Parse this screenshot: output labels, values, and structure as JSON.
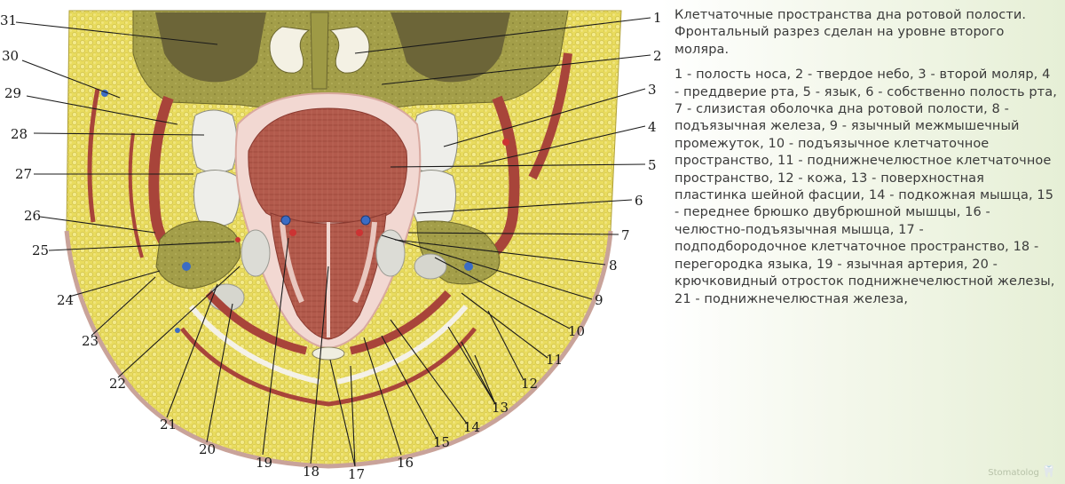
{
  "caption": {
    "title": "Клетчаточные пространства дна ротовой полости. Фронтальный разрез сделан на уровне второго моляра.",
    "legend": "1 - полость носа, 2 - твердое небо, 3 - второй моляр, 4 - преддверие рта, 5 - язык, 6 - собственно полость рта, 7 - слизистая оболочка дна ротовой полости, 8 - подъязычная железа, 9 - язычный межмышечный промежуток, 10 - подъязычное клетчаточное пространство, 11 - поднижнечелюстное клетчаточное пространство, 12 - кожа, 13 - поверхностная пластинка шейной фасции, 14 - подкожная мышца, 15 - переднее брюшко двубрюшной мышцы, 16 - челюстно-подъязычная мышца, 17 - подподбородочное клетчаточное пространство, 18 - перегородка языка, 19 - язычная артерия, 20 - крючковидный отросток поднижнечелюстной железы, 21 - поднижнечелюстная железа,"
  },
  "labels": {
    "n1": "1",
    "n2": "2",
    "n3": "3",
    "n4": "4",
    "n5": "5",
    "n6": "6",
    "n7": "7",
    "n8": "8",
    "n9": "9",
    "n10": "10",
    "n11": "11",
    "n12": "12",
    "n13": "13",
    "n14": "14",
    "n15": "15",
    "n16": "16",
    "n17": "17",
    "n18": "18",
    "n19": "19",
    "n20": "20",
    "n21": "21",
    "n22": "22",
    "n23": "23",
    "n24": "24",
    "n25": "25",
    "n26": "26",
    "n27": "27",
    "n28": "28",
    "n29": "29",
    "n30": "30",
    "n31": "31"
  },
  "watermark": "Stomatolog",
  "colors": {
    "fat": "#e8db5c",
    "bone": "#9e9a45",
    "muscle": "#a8443a",
    "tongue": "#b25a4c",
    "tooth": "#eeeeea",
    "nasal": "#6c6538",
    "text": "#3a3a3a"
  }
}
